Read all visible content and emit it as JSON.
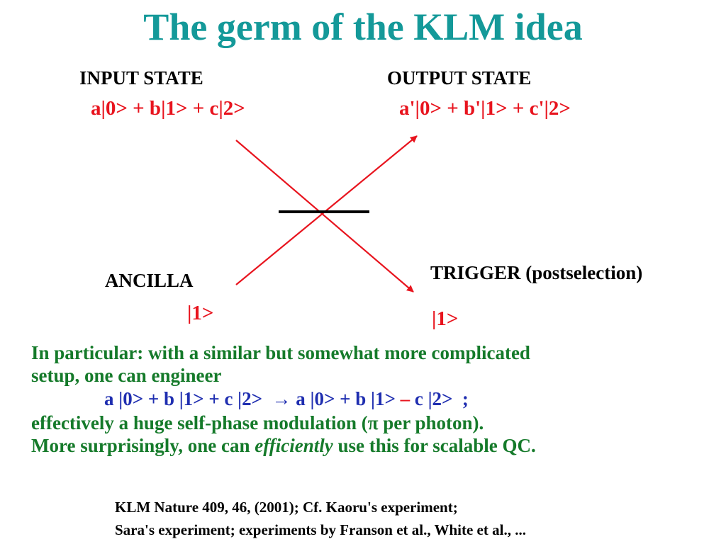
{
  "title": "The germ of the KLM idea",
  "diagram": {
    "input_label": "INPUT STATE",
    "input_state": "a|0> + b|1> + c|2>",
    "output_label": "OUTPUT STATE",
    "output_state": "a'|0> + b'|1> + c'|2>",
    "ancilla_label": "ANCILLA",
    "ancilla_state": "|1>",
    "trigger_label": "TRIGGER (postselection)",
    "trigger_state": "|1>",
    "colors": {
      "beam": "#e8141e",
      "beam_splitter": "#000000"
    }
  },
  "body": {
    "line1": "In particular: with a similar but somewhat more complicated",
    "line2": "setup, one can engineer",
    "eq_left": "a |0> + b |1> + c |2>",
    "eq_arrow": "→",
    "eq_right_a": "a |0> + b |1>",
    "eq_minus": "–",
    "eq_right_b": "c |2>",
    "eq_end": ";",
    "line4": "effectively a huge self-phase modulation (π per photon).",
    "line5_pre": "More surprisingly, one can",
    "line5_em": "efficiently",
    "line5_post": "use this for scalable QC."
  },
  "references": {
    "line1": "KLM Nature 409, 46, (2001); Cf. Kaoru's experiment;",
    "line2": "Sara's experiment; experiments by Franson et al., White et al., ..."
  },
  "colors": {
    "title": "#149999",
    "state": "#e8141e",
    "body": "#157a2a",
    "equation": "#1f2eb0"
  }
}
